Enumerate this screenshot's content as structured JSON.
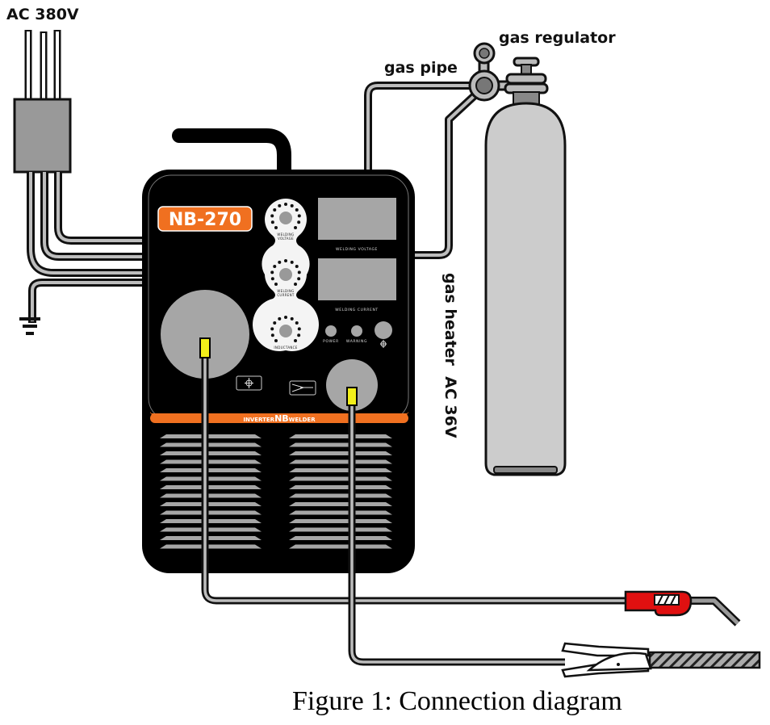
{
  "labels": {
    "power_supply": "AC 380V",
    "gas_regulator": "gas regulator",
    "gas_pipe": "gas pipe",
    "gas_heater": "gas heater  AC 36V"
  },
  "welder": {
    "model_badge": "NB-270",
    "banner_left": "INVERTER",
    "banner_mid": "NB",
    "banner_right": "WELDER",
    "knobs": [
      {
        "label_line1": "WELDING",
        "label_line2": "VOLTAGE"
      },
      {
        "label_line1": "WELDING",
        "label_line2": "CURRENT"
      },
      {
        "label_line1": "INDUCTANCE",
        "label_line2": ""
      }
    ],
    "displays": [
      {
        "label": "WELDING VOLTAGE"
      },
      {
        "label": "WELDING CURRENT"
      }
    ],
    "indicators": [
      {
        "label": "POWER"
      },
      {
        "label": "WARNING"
      },
      {
        "label": "gas-symbol"
      }
    ],
    "vent_rows_per_side": 14
  },
  "icons": {
    "ground": "ground-symbol-icon",
    "gas_outlet": "gas-symbol-icon",
    "clamp_outlet": "clamp-symbol-icon",
    "torch": "mig-torch-icon",
    "clamp": "earth-clamp-icon",
    "cylinder": "gas-cylinder-icon"
  },
  "colors": {
    "welder_body": "#000000",
    "accent_orange": "#f07020",
    "panel_gray": "#a6a6a6",
    "cylinder_fill": "#cccccc",
    "torch_red": "#e01010",
    "plug_yellow": "#f2ef1a",
    "wire_gray": "#bdbdbd"
  },
  "caption": "Figure 1: Connection diagram"
}
